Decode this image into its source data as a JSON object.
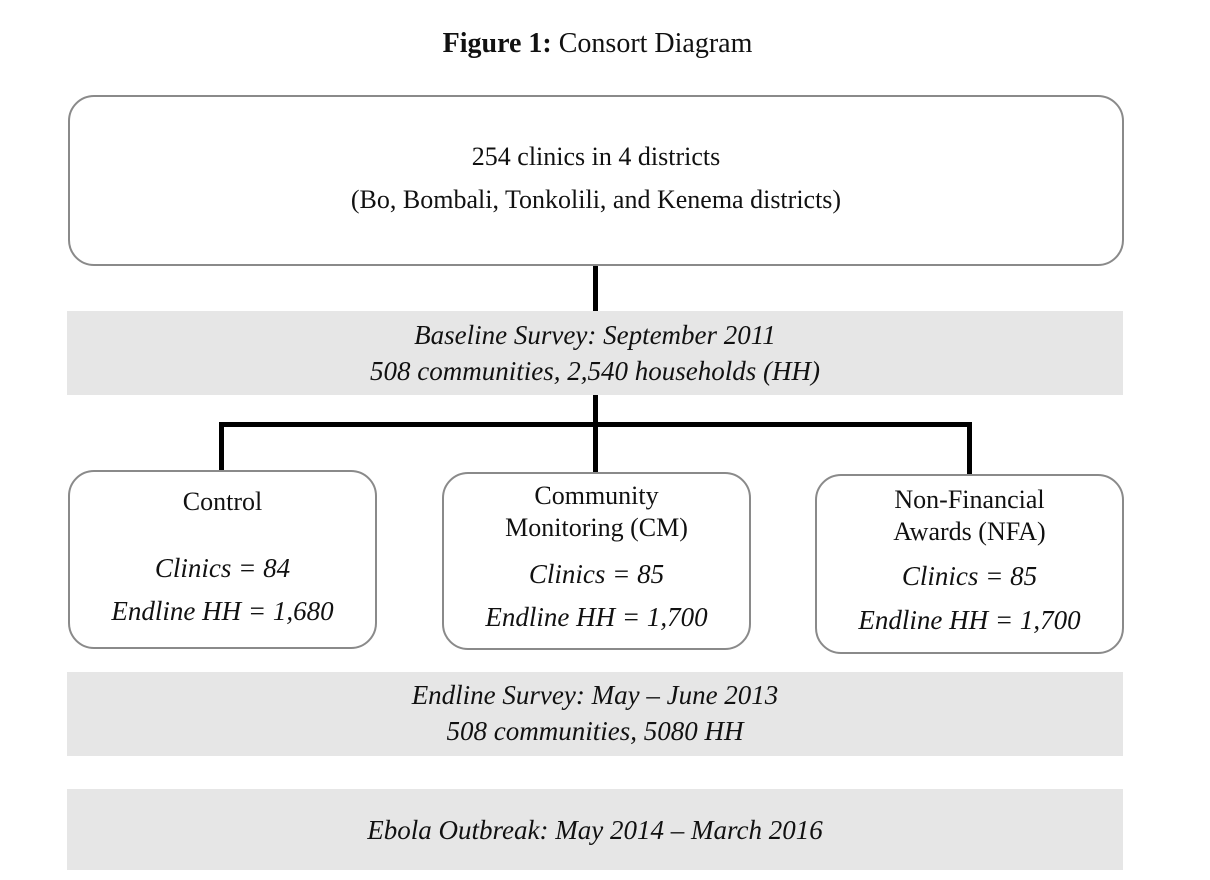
{
  "figure": {
    "label": "Figure 1:",
    "title": "Consort Diagram"
  },
  "top_box": {
    "line1": "254 clinics in 4 districts",
    "line2": "(Bo, Bombali, Tonkolili, and Kenema districts)"
  },
  "baseline": {
    "line1": "Baseline Survey: September 2011",
    "line2": "508 communities,  2,540 households (HH)"
  },
  "arms": [
    {
      "name": "Control",
      "clinics": "Clinics = 84",
      "endline_hh": "Endline HH = 1,680"
    },
    {
      "name_line1": "Community",
      "name_line2": "Monitoring (CM)",
      "clinics": "Clinics = 85",
      "endline_hh": "Endline HH = 1,700"
    },
    {
      "name_line1": "Non-Financial",
      "name_line2": "Awards  (NFA)",
      "clinics": "Clinics = 85",
      "endline_hh": "Endline HH = 1,700"
    }
  ],
  "endline": {
    "line1": "Endline Survey:  May – June 2013",
    "line2": "508 communities,  5080 HH"
  },
  "ebola": {
    "line1": "Ebola Outbreak: May 2014 – March 2016"
  },
  "colors": {
    "band_fill": "#e6e6e6",
    "box_border": "#8a8a8a",
    "connector": "#000000"
  }
}
